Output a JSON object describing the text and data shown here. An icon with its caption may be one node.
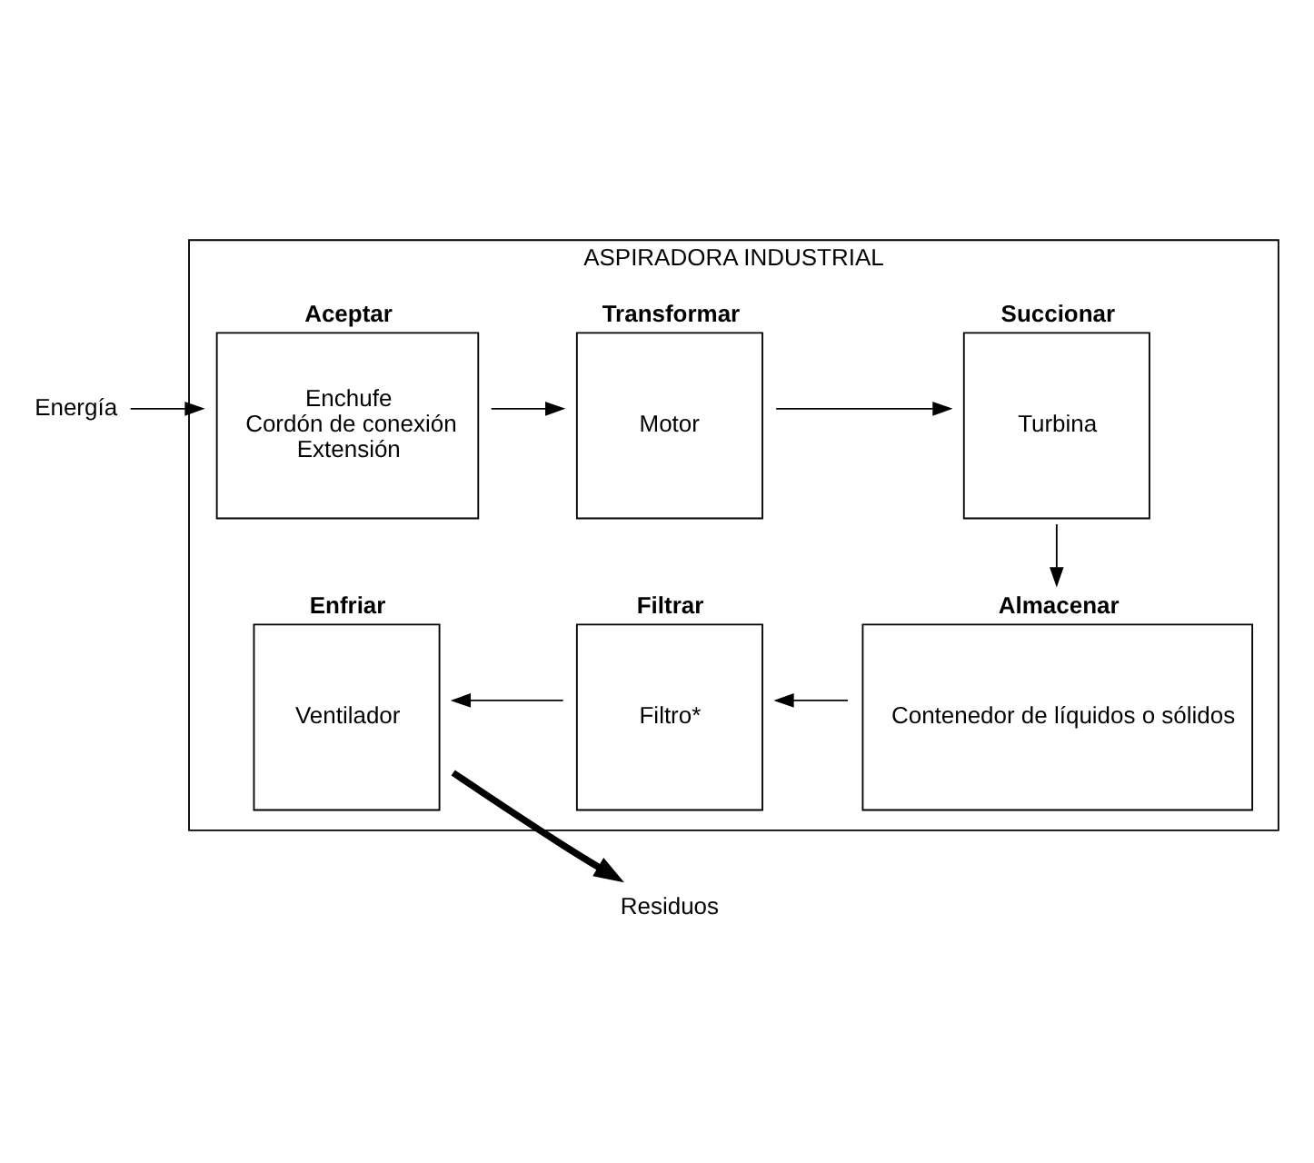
{
  "diagram": {
    "nodes": [
      {
        "text": [
          "ASPIRADORA INDUSTRIAL"
        ]
      },
      {
        "text": [
          "Aceptar",
          "Enchufe",
          "Cordón de conexión",
          "Extensión"
        ],
        "in": 0
      },
      {
        "text": [
          "Transformar",
          "Motor"
        ],
        "in": 0
      },
      {
        "text": [
          "Succionar",
          "Turbina"
        ],
        "in": 0
      },
      {
        "text": [
          "Filtrar",
          "Filtro*"
        ],
        "in": 0
      },
      {
        "text": [
          "Almacenar",
          "Contenedor de líquidos o sólidos"
        ],
        "in": 0
      },
      {
        "text": [
          "Enfriar",
          "Ventilador"
        ],
        "in": 0
      },
      {
        "text": [
          "Energía"
        ]
      },
      {
        "text": [
          "Residuos"
        ]
      }
    ],
    "edges": [
      {
        "from": 7,
        "to": 1,
        "arrow": "to"
      },
      {
        "from": 1,
        "to": 2,
        "arrow": "to"
      },
      {
        "from": 2,
        "to": 3,
        "arrow": "to"
      },
      {
        "from": 3,
        "to": 5,
        "arrow": "to"
      },
      {
        "from": 5,
        "to": 4,
        "arrow": "to"
      },
      {
        "from": 4,
        "to": 6,
        "arrow": "to"
      },
      {
        "from": 6,
        "to": 8,
        "arrow": "to",
        "style": "thick"
      }
    ]
  }
}
